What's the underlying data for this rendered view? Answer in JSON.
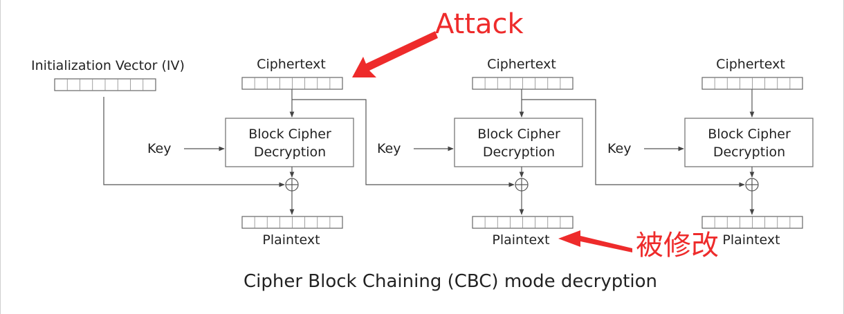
{
  "diagram": {
    "iv_label": "Initialization Vector (IV)",
    "blocks": [
      {
        "ciphertext_label": "Ciphertext",
        "key_label": "Key",
        "cipher_line1": "Block Cipher",
        "cipher_line2": "Decryption",
        "plaintext_label": "Plaintext"
      },
      {
        "ciphertext_label": "Ciphertext",
        "key_label": "Key",
        "cipher_line1": "Block Cipher",
        "cipher_line2": "Decryption",
        "plaintext_label": "Plaintext"
      },
      {
        "ciphertext_label": "Ciphertext",
        "key_label": "Key",
        "cipher_line1": "Block Cipher",
        "cipher_line2": "Decryption",
        "plaintext_label": "Plaintext"
      }
    ],
    "caption": "Cipher Block Chaining (CBC) mode decryption"
  },
  "annotations": {
    "attack_label": "Attack",
    "modified_label": "被修改",
    "color": "#ee2b2b"
  }
}
